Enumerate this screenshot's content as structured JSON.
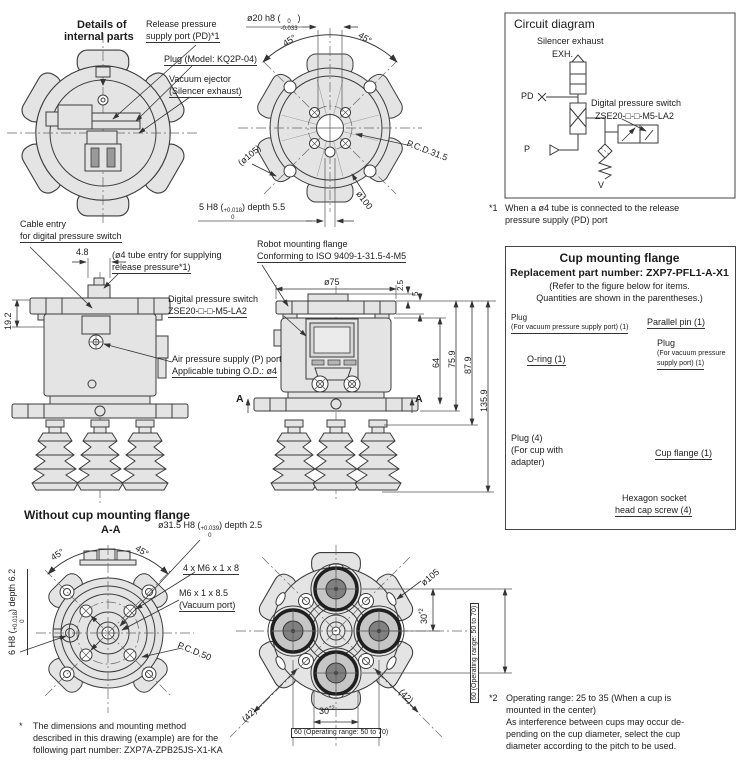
{
  "internal_parts": {
    "title1": "Details of",
    "title2": "internal parts",
    "release1": "Release pressure",
    "release2": "supply port (PD)*1",
    "plug": "Plug (Model: KQ2P-04)",
    "ejector1": "Vacuum ejector",
    "ejector2": "(Silencer exhaust)"
  },
  "top_view": {
    "dim20_pre": "ø20 h8 (",
    "dim20_top": "0",
    "dim20_bot": "-0.033",
    "dim20_post": ")",
    "angle_left": "45°",
    "angle_right": "45°",
    "dia105": "(ø105)",
    "pcd": "P.C.D.31.5",
    "dia100": "ø100",
    "dim5_pre": "5 H8 (",
    "dim5_top": "+0.018",
    "dim5_bot": "0",
    "dim5_post": ") depth 5.5"
  },
  "circuit": {
    "title": "Circuit diagram",
    "silencer": "Silencer exhaust",
    "exh": "EXH.",
    "pd": "PD",
    "p": "P",
    "v": "V",
    "switch1": "Digital pressure switch",
    "switch2": "ZSE20-□-□-M5-LA2",
    "note_mark": "*1",
    "note1": "When a ø4 tube is connected to the release",
    "note2": "pressure supply (PD) port"
  },
  "side_view": {
    "cable1": "Cable entry",
    "cable2": "for digital pressure switch",
    "dim48": "4.8",
    "tube1": "(ø4 tube entry for supplying",
    "tube2": "release pressure*1)",
    "dim192": "19.2",
    "switch1": "Digital pressure switch",
    "switch2": "ZSE20-□-□-M5-LA2",
    "air1": "Air pressure supply (P) port",
    "air2": "Applicable tubing O.D.: ø4"
  },
  "front_view": {
    "robot1": "Robot mounting flange",
    "robot2": "Conforming to ISO 9409-1-31.5-4-M5",
    "dia75": "ø75",
    "dim25": "2.5",
    "dim5": "5",
    "dim64": "64",
    "dim759": "75.9",
    "dim879": "87.9",
    "dim1359": "135.9",
    "section_a": "A"
  },
  "cup_panel": {
    "title": "Cup mounting flange",
    "part_no": "Replacement part number: ZXP7-PFL1-A-X1",
    "note1": "(Refer to the figure below for items.",
    "note2": "Quantities are shown in the parentheses.)",
    "plug_top1": "Plug",
    "plug_top2": "(For vacuum pressure supply port) (1)",
    "pin": "Parallel pin (1)",
    "plug_right1": "Plug",
    "plug_right2": "(For vacuum pressure",
    "plug_right3": "supply port) (1)",
    "oring": "O-ring (1)",
    "plug4_1": "Plug (4)",
    "plug4_2": "(For cup with",
    "plug4_3": "adapter)",
    "cup_flange": "Cup flange (1)",
    "screw1": "Hexagon socket",
    "screw2": "head cap screw (4)"
  },
  "section_view": {
    "title": "Without cup mounting flange",
    "aa": "A-A",
    "dim6_pre": "6 H8 (",
    "dim6_top": "+0.018",
    "dim6_bot": "0",
    "dim6_post": ") depth 6.2",
    "angle_left": "45°",
    "angle_right": "45°",
    "dim315_pre": "ø31.5 H8 (",
    "dim315_top": "+0.039",
    "dim315_bot": "0",
    "dim315_post": ") depth 2.5",
    "m6": "4 x M6 x 1 x 8",
    "vac1": "M6 x 1 x 8.5",
    "vac2": "(Vacuum port)",
    "pcd": "P.C.D.50"
  },
  "cup_layout": {
    "dia105": "ø105",
    "dim30": "30",
    "dim30_note": "*2",
    "dim60": "60 (Operating range: 50 to 70)",
    "dim42_left": "(42)",
    "dim42_right": "(42)"
  },
  "footnotes": {
    "n2_mark": "*2",
    "n2_l1": "Operating range: 25 to 35 (When a cup is",
    "n2_l2": "mounted in the center)",
    "n2_l3": "As interference between cups may occur de-",
    "n2_l4": "pending on the cup diameter, select the cup",
    "n2_l5": "diameter according to the pitch to be used.",
    "n1_mark": "*",
    "n1_l1": "The dimensions and mounting method",
    "n1_l2": "described in this drawing (example) are for the",
    "n1_l3": "following part number: ZXP7A-ZPB25JS-X1-KA"
  },
  "colors": {
    "line": "#3b3b3b",
    "fill": "#e4e4e4",
    "accent_dark": "#818181",
    "background": "#ffffff"
  }
}
